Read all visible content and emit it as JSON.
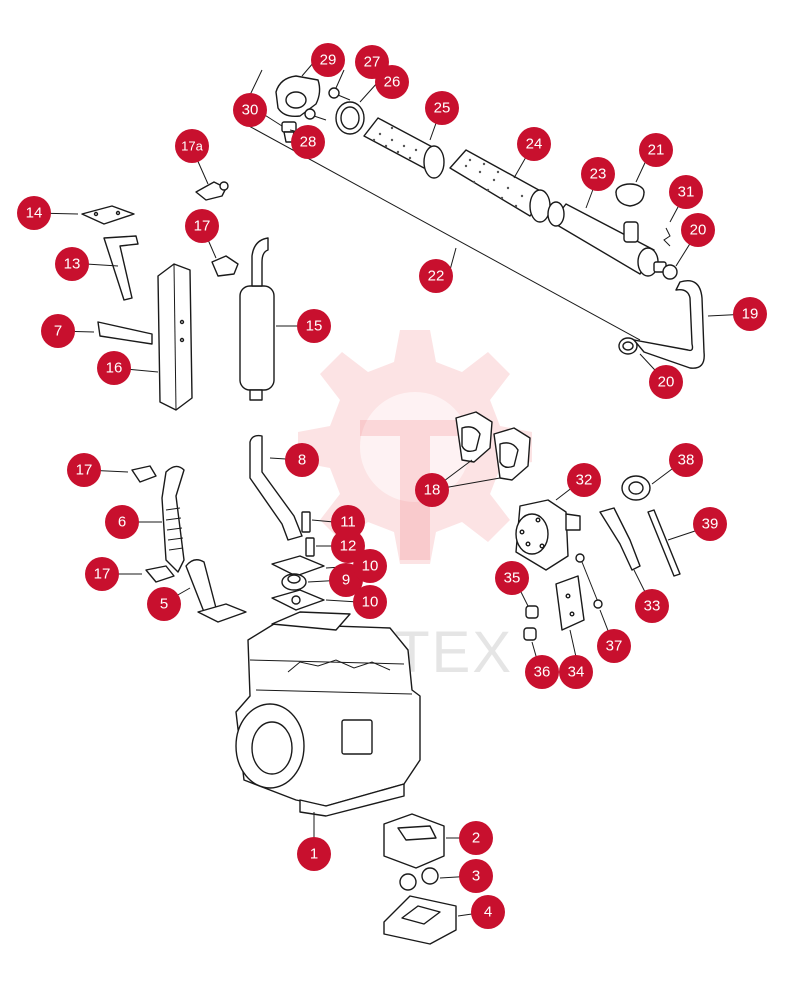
{
  "watermark": {
    "text": "MHTEX"
  },
  "callouts": {
    "c1": "1",
    "c2": "2",
    "c3": "3",
    "c4": "4",
    "c5": "5",
    "c6": "6",
    "c7": "7",
    "c8": "8",
    "c9": "9",
    "c10a": "10",
    "c10b": "10",
    "c11": "11",
    "c12": "12",
    "c13": "13",
    "c14": "14",
    "c15": "15",
    "c16": "16",
    "c17a_top": "17a",
    "c17b": "17",
    "c17c": "17",
    "c17d": "17",
    "c18": "18",
    "c19": "19",
    "c20a": "20",
    "c20b": "20",
    "c21": "21",
    "c22": "22",
    "c23": "23",
    "c24": "24",
    "c25": "25",
    "c26": "26",
    "c27": "27",
    "c28": "28",
    "c29": "29",
    "c30": "30",
    "c31": "31",
    "c32": "32",
    "c33": "33",
    "c34": "34",
    "c35": "35",
    "c36": "36",
    "c37": "37",
    "c38": "38",
    "c39": "39"
  }
}
